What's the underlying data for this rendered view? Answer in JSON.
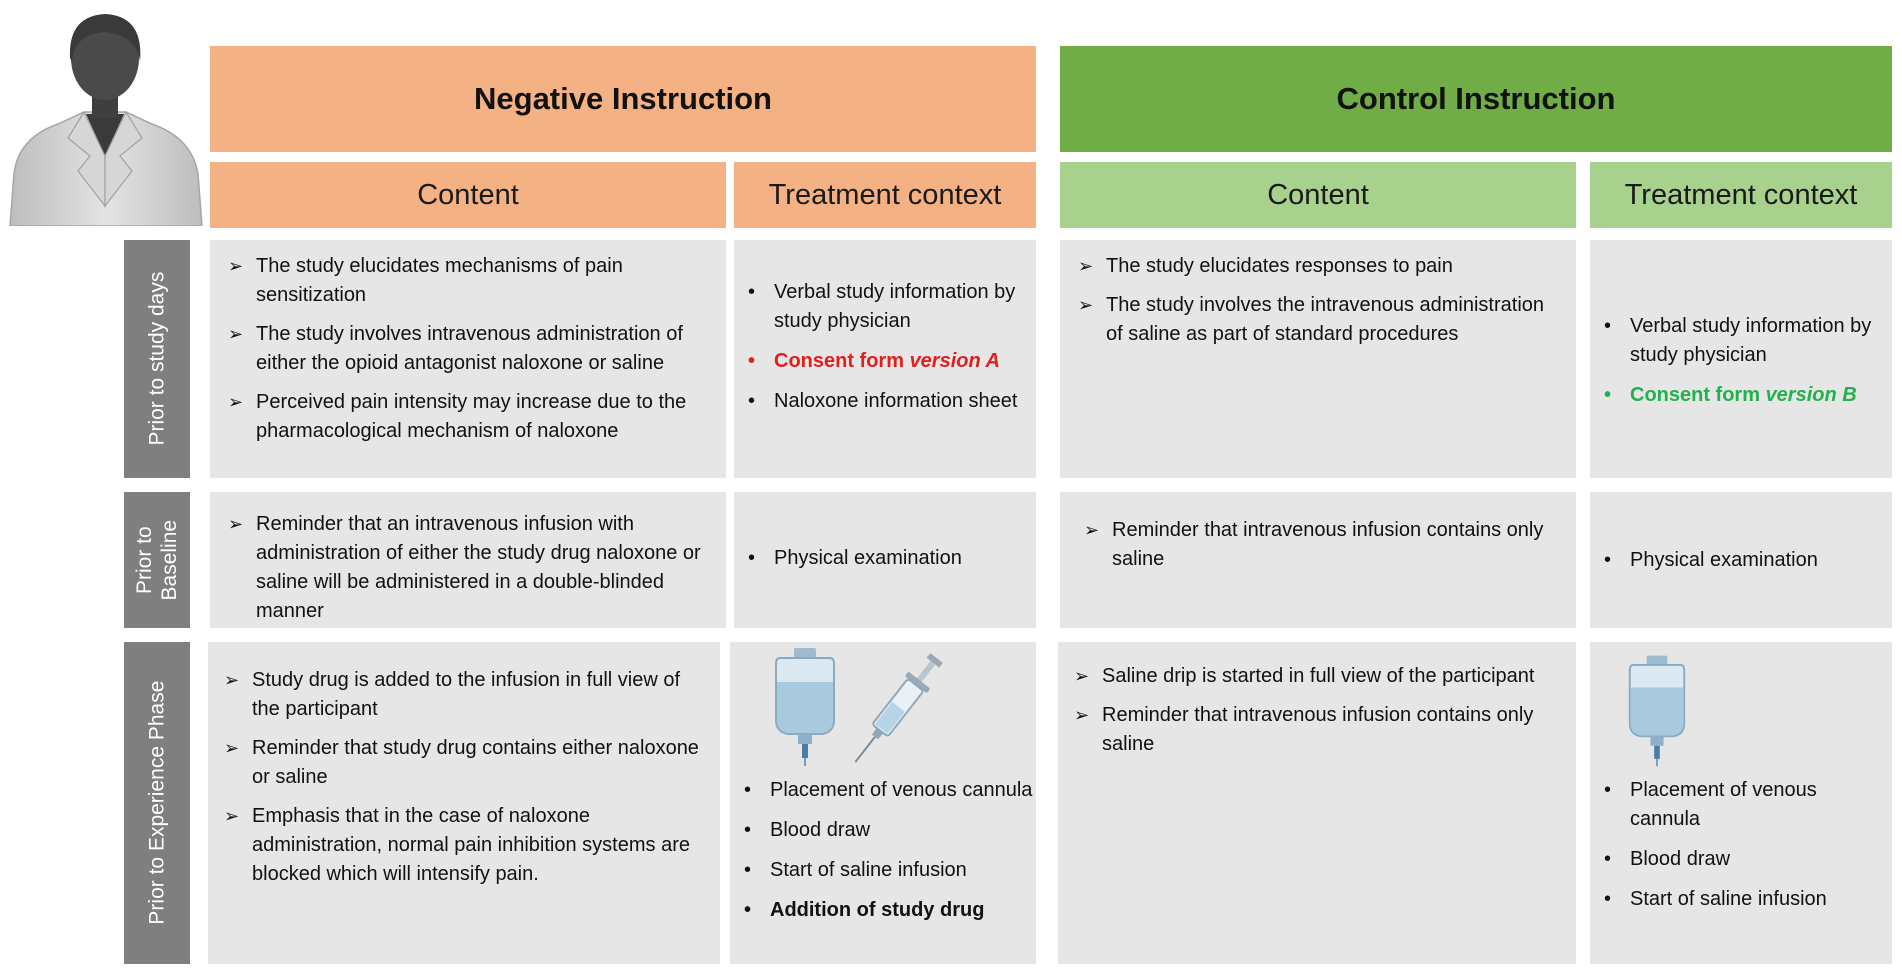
{
  "colors": {
    "negative_header": "#f4b183",
    "control_header": "#70ad47",
    "control_subheader": "#a9d18e",
    "row_label": "#7f7f7f",
    "cell": "#e6e6e6",
    "consent_a": "#e0201f",
    "consent_b": "#22b14c"
  },
  "icons": {
    "person": "physician-silhouette-icon",
    "iv_bag": "infusion-bag-icon",
    "syringe": "syringe-icon"
  },
  "negative": {
    "title": "Negative Instruction",
    "content_header": "Content",
    "context_header": "Treatment context"
  },
  "control": {
    "title": "Control Instruction",
    "content_header": "Content",
    "context_header": "Treatment context"
  },
  "rows": [
    {
      "label": "Prior to study days"
    },
    {
      "label_line1": "Prior to",
      "label_line2": "Baseline"
    },
    {
      "label": "Prior to Experience Phase"
    }
  ],
  "neg_row1_content": [
    "The study elucidates mechanisms of pain sensitization",
    "The study involves intravenous administration of either the opioid antagonist naloxone or saline",
    "Perceived pain intensity may increase due to the pharmacological mechanism of naloxone"
  ],
  "neg_row1_context": {
    "item1": "Verbal study information by study physician",
    "item2_prefix": "Consent form ",
    "item2_version": "version A",
    "item3": "Naloxone information sheet"
  },
  "neg_row2_content": [
    "Reminder that an intravenous infusion with administration of either the study drug naloxone or saline will be administered in a double-blinded manner"
  ],
  "neg_row2_context": [
    "Physical examination"
  ],
  "neg_row3_content": [
    "Study drug is added to the infusion in full view of the participant",
    "Reminder that study drug contains either naloxone or saline",
    "Emphasis that in the case of naloxone administration, normal pain inhibition systems are blocked which will intensify pain."
  ],
  "neg_row3_context": [
    "Placement of venous cannula",
    "Blood draw",
    "Start of saline infusion",
    "Addition of study drug"
  ],
  "ctl_row1_content": [
    "The study elucidates responses to pain",
    "The study involves the intravenous administration of saline as part of standard procedures"
  ],
  "ctl_row1_context": {
    "item1": "Verbal study information by study physician",
    "item2_prefix": "Consent form ",
    "item2_version": "version B"
  },
  "ctl_row2_content": [
    "Reminder that intravenous infusion contains only saline"
  ],
  "ctl_row2_context": [
    "Physical examination"
  ],
  "ctl_row3_content": [
    "Saline drip is started in full view of the participant",
    "Reminder that intravenous infusion contains only saline"
  ],
  "ctl_row3_context": [
    "Placement of venous cannula",
    "Blood draw",
    "Start of saline infusion"
  ]
}
